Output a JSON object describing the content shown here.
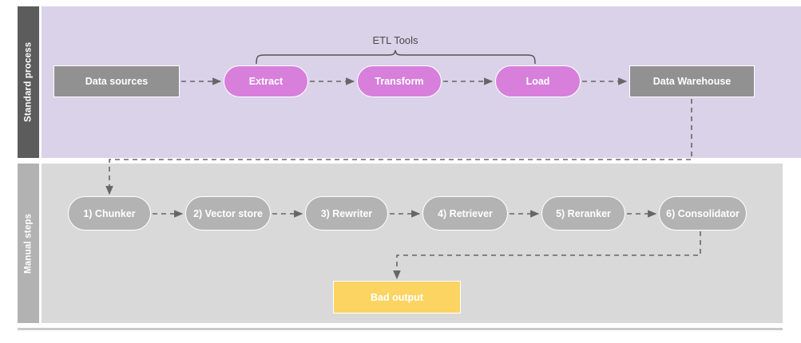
{
  "diagram": {
    "title_bracket": "ETL Tools",
    "lanes": [
      {
        "id": "standard-process",
        "label": "Standard process",
        "label_color": "#5C5C5C",
        "body_color": "#D9D2E9"
      },
      {
        "id": "manual-steps",
        "label": "Manual steps",
        "label_color": "#B2B2B2",
        "body_color": "#D9D9D9"
      }
    ],
    "colors": {
      "gray_rect": "#919191",
      "pink_pill": "#D77FDB",
      "gray_pill": "#B3B3B3",
      "yellow_rect": "#FCD462",
      "connector": "#666666",
      "bracket": "#555555",
      "node_text": "#ffffff",
      "label_text": "#4A4A4A"
    },
    "standard_process_nodes": [
      {
        "id": "data-sources",
        "label": "Data sources",
        "shape": "rect",
        "style": "gray-rect"
      },
      {
        "id": "extract",
        "label": "Extract",
        "shape": "pill",
        "style": "pink-pill"
      },
      {
        "id": "transform",
        "label": "Transform",
        "shape": "pill",
        "style": "pink-pill"
      },
      {
        "id": "load",
        "label": "Load",
        "shape": "pill",
        "style": "pink-pill"
      },
      {
        "id": "data-warehouse",
        "label": "Data Warehouse",
        "shape": "rect",
        "style": "gray-rect"
      }
    ],
    "manual_steps_nodes": [
      {
        "id": "chunker",
        "label": "1) Chunker",
        "shape": "pill",
        "style": "gray-pill"
      },
      {
        "id": "vector-store",
        "label": "2) Vector store",
        "shape": "pill",
        "style": "gray-pill"
      },
      {
        "id": "rewriter",
        "label": "3) Rewriter",
        "shape": "pill",
        "style": "gray-pill"
      },
      {
        "id": "retriever",
        "label": "4) Retriever",
        "shape": "pill",
        "style": "gray-pill"
      },
      {
        "id": "reranker",
        "label": "5) Reranker",
        "shape": "pill",
        "style": "gray-pill"
      },
      {
        "id": "consolidator",
        "label": "6) Consolidator",
        "shape": "pill",
        "style": "gray-pill"
      }
    ],
    "output_node": {
      "id": "bad-output",
      "label": "Bad output",
      "shape": "rect",
      "style": "yellow-rect"
    },
    "bracket": {
      "label": "ETL Tools",
      "covers": [
        "extract",
        "transform",
        "load"
      ]
    },
    "flows": [
      {
        "from": "data-sources",
        "to": "extract",
        "style": "dashed-arrow"
      },
      {
        "from": "extract",
        "to": "transform",
        "style": "dashed-arrow"
      },
      {
        "from": "transform",
        "to": "load",
        "style": "dashed-arrow"
      },
      {
        "from": "load",
        "to": "data-warehouse",
        "style": "dashed-arrow"
      },
      {
        "from": "data-warehouse",
        "to": "chunker",
        "style": "dashed-elbow-arrow"
      },
      {
        "from": "chunker",
        "to": "vector-store",
        "style": "dashed-arrow"
      },
      {
        "from": "vector-store",
        "to": "rewriter",
        "style": "dashed-arrow"
      },
      {
        "from": "rewriter",
        "to": "retriever",
        "style": "dashed-arrow"
      },
      {
        "from": "retriever",
        "to": "reranker",
        "style": "dashed-arrow"
      },
      {
        "from": "reranker",
        "to": "consolidator",
        "style": "dashed-arrow"
      },
      {
        "from": "consolidator",
        "to": "bad-output",
        "style": "dashed-elbow-arrow"
      }
    ]
  }
}
